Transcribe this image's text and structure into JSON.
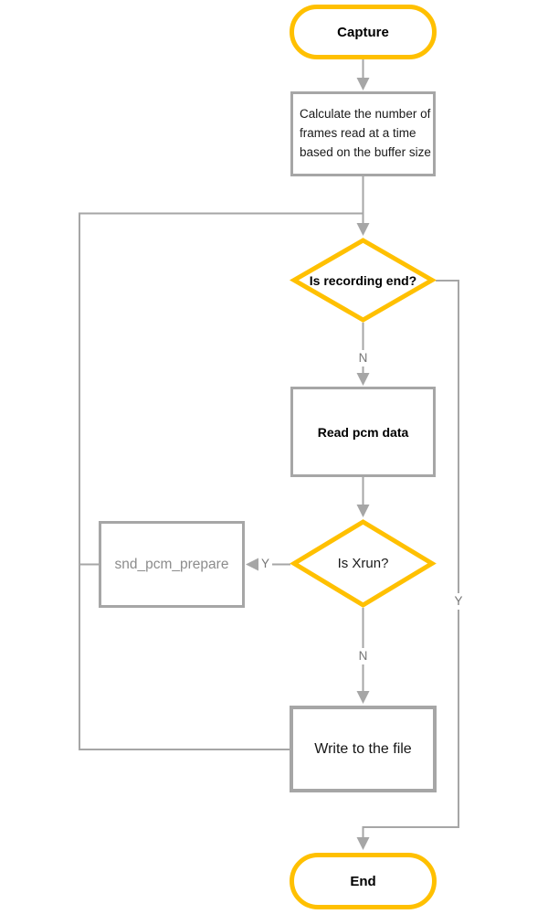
{
  "diagram": {
    "type": "flowchart",
    "nodes": {
      "capture": {
        "label": "Capture",
        "shape": "terminator"
      },
      "calculate": {
        "label": "Calculate the number of\nframes read at a time\nbased on the buffer size",
        "shape": "process"
      },
      "is_recording_end": {
        "label": "Is recording end?",
        "shape": "decision"
      },
      "read_pcm": {
        "label": "Read pcm data",
        "shape": "process"
      },
      "is_xrun": {
        "label": "Is Xrun?",
        "shape": "decision"
      },
      "snd_pcm_prepare": {
        "label": "snd_pcm_prepare",
        "shape": "process"
      },
      "write_file": {
        "label": "Write to the file",
        "shape": "process"
      },
      "end": {
        "label": "End",
        "shape": "terminator"
      }
    },
    "edge_labels": {
      "recording_end_no": "N",
      "recording_end_yes": "Y",
      "xrun_yes": "Y",
      "xrun_no": "N"
    },
    "edges": [
      {
        "from": "capture",
        "to": "calculate",
        "label": ""
      },
      {
        "from": "calculate",
        "to": "is_recording_end",
        "label": ""
      },
      {
        "from": "is_recording_end",
        "to": "read_pcm",
        "label": "N"
      },
      {
        "from": "is_recording_end",
        "to": "end",
        "label": "Y"
      },
      {
        "from": "read_pcm",
        "to": "is_xrun",
        "label": ""
      },
      {
        "from": "is_xrun",
        "to": "snd_pcm_prepare",
        "label": "Y"
      },
      {
        "from": "is_xrun",
        "to": "write_file",
        "label": "N"
      },
      {
        "from": "snd_pcm_prepare",
        "to": "is_recording_end",
        "label": ""
      },
      {
        "from": "write_file",
        "to": "is_recording_end",
        "label": ""
      }
    ],
    "colors": {
      "accent_yellow": "#FFC000",
      "connector_gray": "#A6A6A6",
      "muted_text_gray": "#8C8C8C",
      "edge_label_gray": "#757575"
    }
  }
}
